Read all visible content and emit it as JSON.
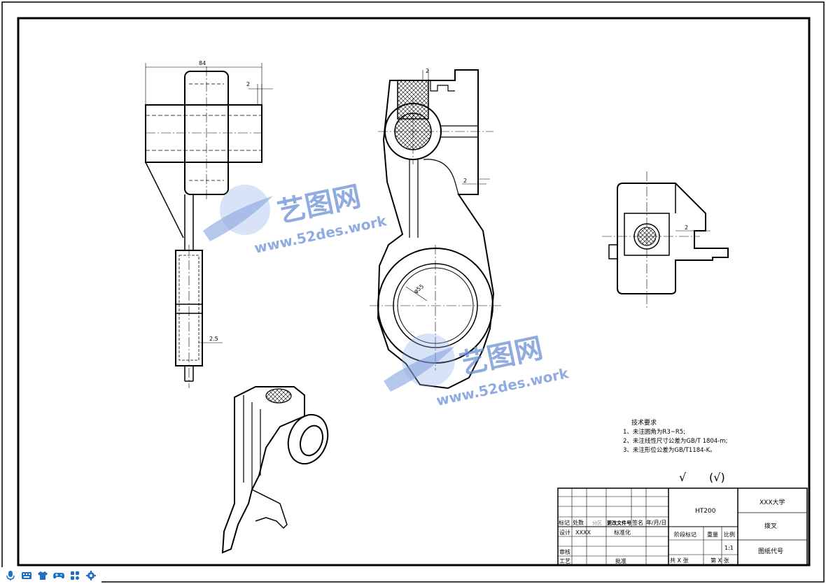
{
  "colors": {
    "line": "#000000",
    "watermark": "#6c8fd6",
    "toolbar_icon": "#1f6fc5"
  },
  "dimensions": {
    "top_width": "84",
    "gap_top": "2",
    "gap_right_top": "2",
    "gap_right_mid": "2",
    "gap_side": "2",
    "thickness": "2.5",
    "bore_dia": "φ55"
  },
  "tech": {
    "title": "技术要求",
    "items": [
      "1、未注圆角为R3~R5;",
      "2、未注线性尺寸公差为GB/T 1804-m;",
      "3、未注形位公差为GB/T1184-K。"
    ]
  },
  "roughness": {
    "mark": "√",
    "paren": "(√)"
  },
  "watermark": {
    "brand": "艺图网",
    "url": "www.52des.work"
  },
  "title_block": {
    "material": "HT200",
    "school": "XXX大学",
    "part_name": "拨叉",
    "drawing_no_label": "图纸代号",
    "row_marks": "标记",
    "row_count": "处数",
    "row_zone": "分区",
    "row_doc": "更改文件号",
    "row_sign": "签名",
    "row_date": "年/月/日",
    "design_label": "设计",
    "design_name": "XXXX",
    "standard_label": "标准化",
    "stage_label": "阶段标记",
    "weight_label": "重量",
    "scale_label": "比例",
    "scale_value": "1:1",
    "review_label": "审核",
    "process_label": "工艺",
    "approve_label": "批准",
    "total_sheets": "共 X 张",
    "sheet_no": "第 X 张"
  },
  "toolbar": {
    "icons": [
      "microphone-icon",
      "keyboard-icon",
      "shirt-icon",
      "gamepad-icon",
      "grid-icon",
      "gear-icon"
    ]
  }
}
